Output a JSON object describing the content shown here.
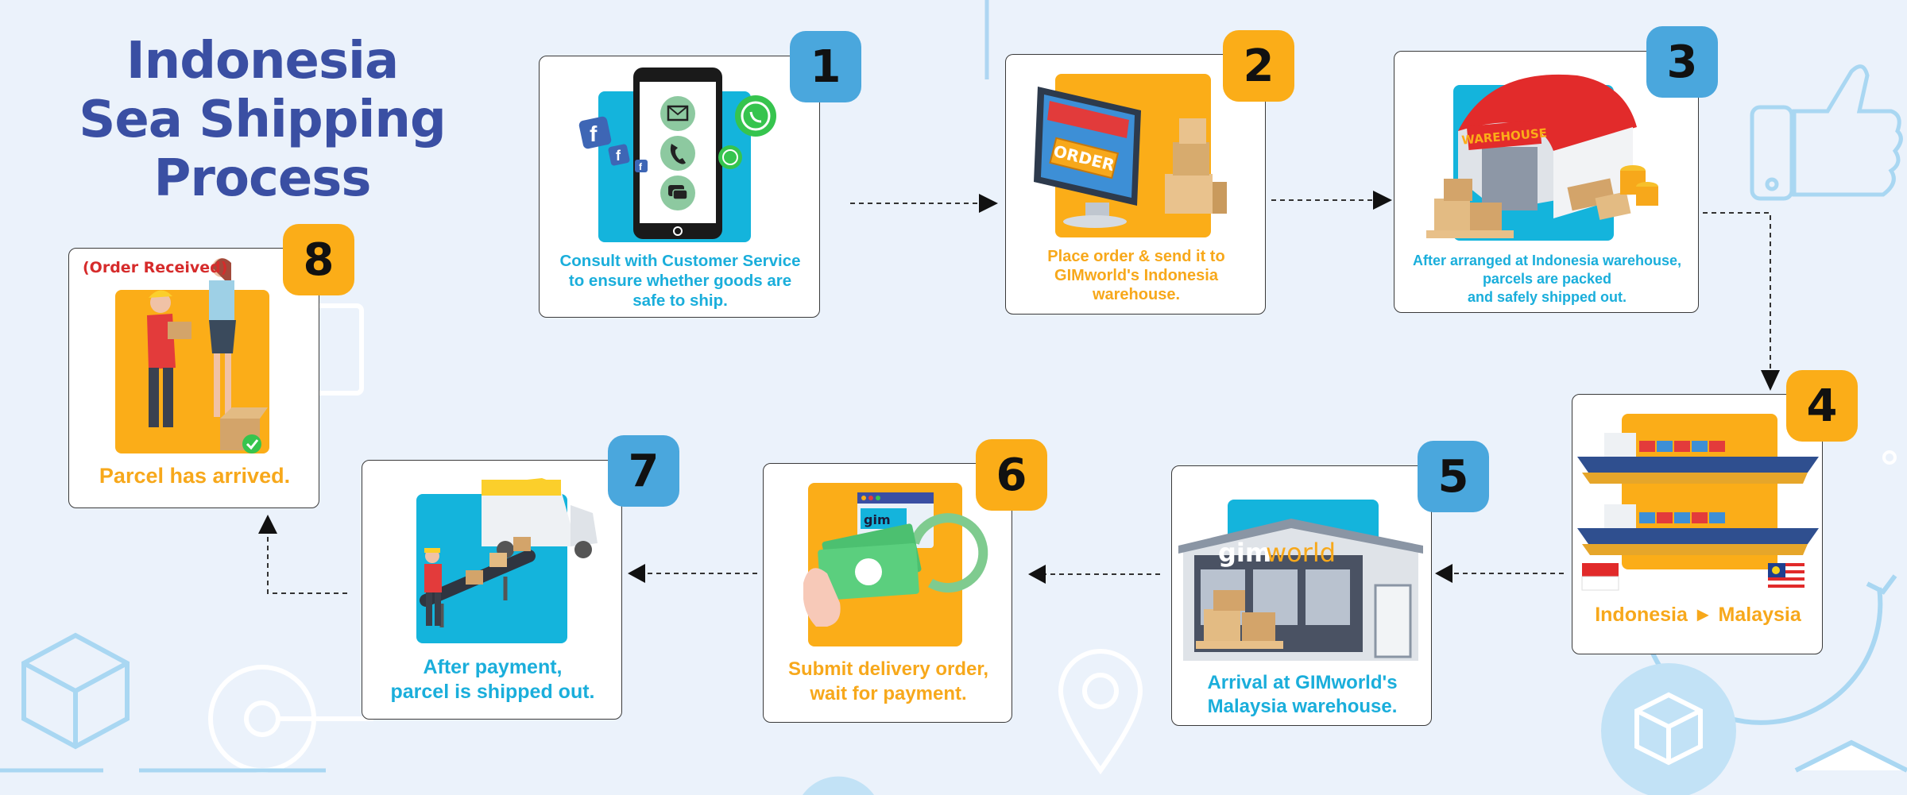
{
  "title": {
    "line1": "Indonesia",
    "line2": "Sea Shipping",
    "line3": "Process"
  },
  "steps": [
    {
      "number": "1",
      "lines": [
        "Consult with Customer Service",
        "to ensure whether goods are",
        "safe to ship."
      ]
    },
    {
      "number": "2",
      "lines": [
        "Place order & send it to",
        "GIMworld's Indonesia",
        "warehouse."
      ],
      "sign": "ORDER"
    },
    {
      "number": "3",
      "lines": [
        "After arranged at Indonesia warehouse,",
        "parcels are packed",
        "and safely shipped out."
      ],
      "sign": "WAREHOUSE"
    },
    {
      "number": "4",
      "lines": [
        "Indonesia ► Malaysia"
      ]
    },
    {
      "number": "5",
      "lines": [
        "Arrival at GIMworld's",
        "Malaysia warehouse."
      ],
      "sign_gim": "gim",
      "sign_world": "world"
    },
    {
      "number": "6",
      "lines": [
        "Submit delivery order,",
        "wait for payment."
      ],
      "tag": "gim"
    },
    {
      "number": "7",
      "lines": [
        "After payment,",
        "parcel is shipped out."
      ]
    },
    {
      "number": "8",
      "lines": [
        "Parcel has arrived."
      ],
      "note": "(Order Received)"
    }
  ],
  "colors": {
    "blue_badge": "#4aa7dd",
    "orange_badge": "#fbad18",
    "blue_text": "#1aaedb",
    "orange_text": "#f7a81b",
    "title": "#3a4fa3",
    "background": "#ebf2fb"
  }
}
